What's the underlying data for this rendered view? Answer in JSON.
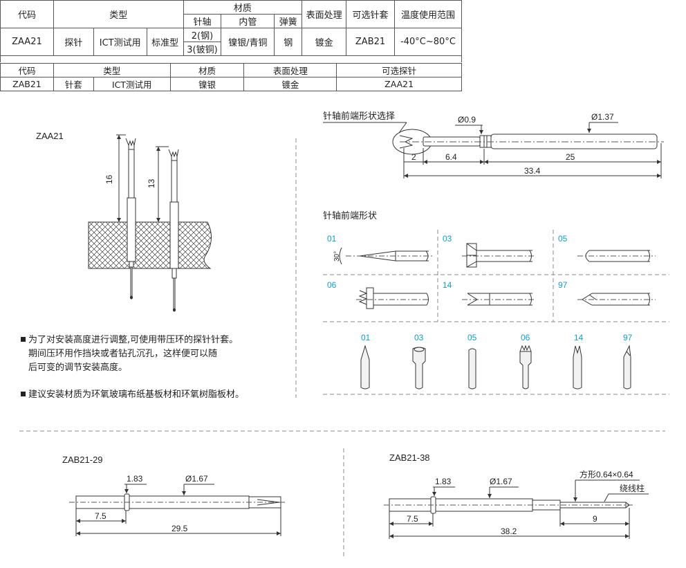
{
  "table1": {
    "h_code": "代码",
    "h_type": "类型",
    "h_material": "材质",
    "h_pin_shaft": "针轴",
    "h_inner_tube": "内管",
    "h_spring": "弹簧",
    "h_surface": "表面处理",
    "h_optional_sleeve": "可选针套",
    "h_temp": "温度使用范围",
    "code": "ZAA21",
    "type1": "探针",
    "type2": "ICT测试用",
    "type3": "标准型",
    "shaft_a": "2(钢)",
    "shaft_b": "3(铍铜)",
    "inner": "镍银/青铜",
    "spring": "钢",
    "surface": "镀金",
    "sleeve": "ZAB21",
    "temp": "-40°C~80°C"
  },
  "table2": {
    "h_code": "代码",
    "h_type": "类型",
    "h_material": "材质",
    "h_surface": "表面处理",
    "h_optional_probe": "可选探针",
    "code": "ZAB21",
    "type1": "针套",
    "type2": "ICT测试用",
    "material": "镍银",
    "surface": "镀金",
    "probe": "ZAA21"
  },
  "install": {
    "label": "ZAA21",
    "dim_left": "16",
    "dim_right": "13",
    "note1_l1": "为了对安装高度进行调整,可使用带压环的探针针套。",
    "note1_l2": "期间压环用作挡块或者钻孔沉孔，这样便可以随",
    "note1_l3": "后可变的调节安装高度。",
    "note2": "建议安装材质为环氧玻璃布纸基板材和环氧树脂板材。"
  },
  "tip_select": {
    "title": "针轴前端形状选择",
    "dia_small": "Ø0.9",
    "dia_large": "Ø1.37",
    "len_tip": "2",
    "len_mid": "6.4",
    "len_body": "25",
    "len_total": "33.4"
  },
  "tip_shapes": {
    "title": "针轴前端形状",
    "codes": [
      "01",
      "03",
      "05",
      "06",
      "14",
      "97"
    ],
    "angle": "30°"
  },
  "zab21_29": {
    "label": "ZAB21-29",
    "ring": "1.83",
    "dia": "Ø1.67",
    "len_a": "7.5",
    "len_total": "29.5"
  },
  "zab21_38": {
    "label": "ZAB21-38",
    "ring": "1.83",
    "dia": "Ø1.67",
    "square": "方形0.64×0.64",
    "post": "绕线柱",
    "len_a": "7.5",
    "len_b": "9",
    "len_total": "38.2"
  },
  "colors": {
    "code_blue": "#0b9fd6",
    "line": "#333333",
    "hatch": "#444444"
  }
}
